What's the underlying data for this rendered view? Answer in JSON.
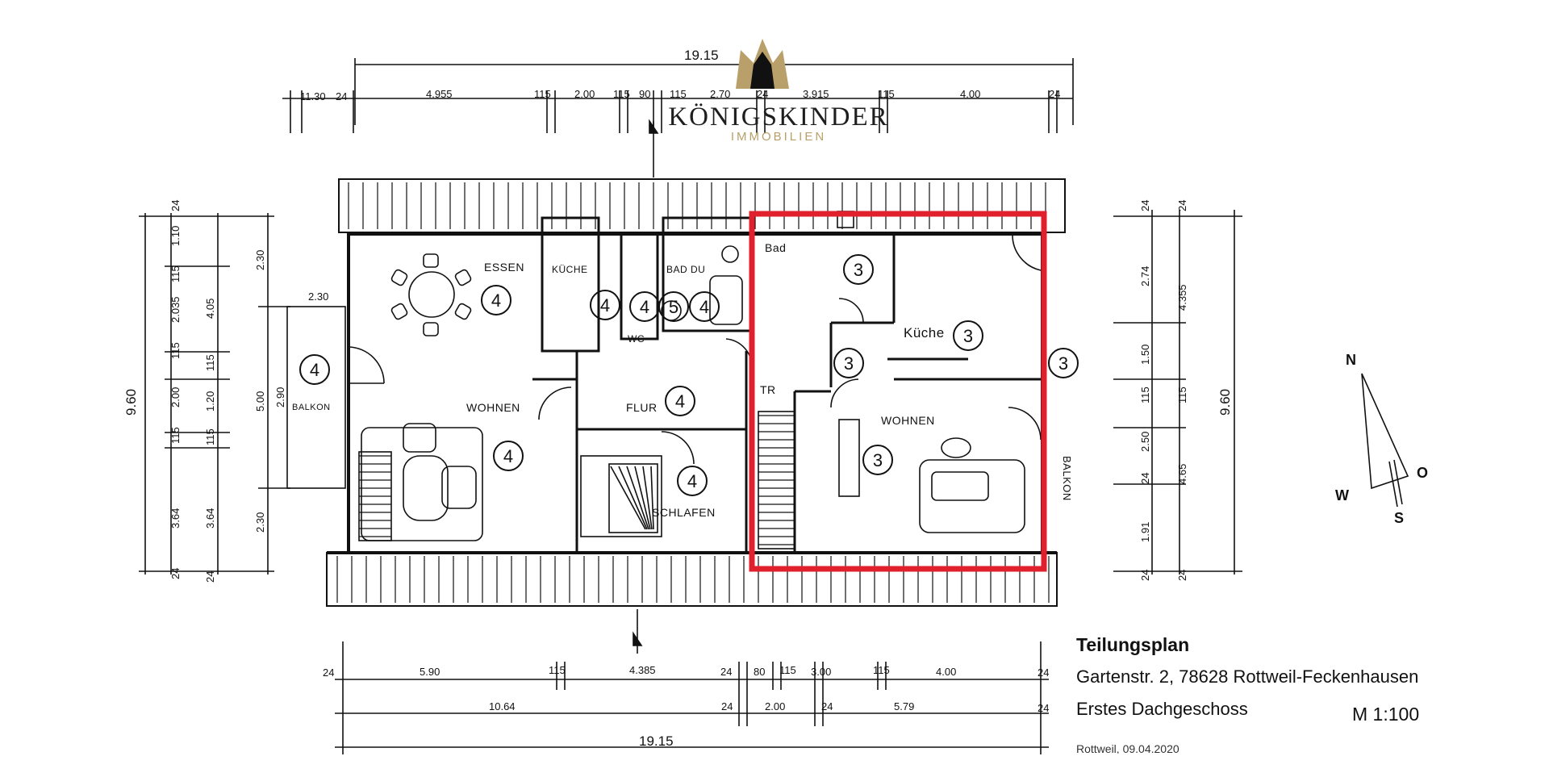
{
  "logo": {
    "name": "KÖNIGSKINDER",
    "sub": "IMMOBILIEN",
    "gold": "#b9a06a"
  },
  "title_block": {
    "title": "Teilungsplan",
    "address": "Gartenstr. 2, 78628 Rottweil-Feckenhausen",
    "floor": "Erstes Dachgeschoss",
    "scale": "M 1:100",
    "date_cut": "Rottweil, 09.04.2020"
  },
  "highlight": {
    "color": "#e0202c"
  },
  "rooms": {
    "essen": "ESSEN",
    "kueche_left": "KÜCHE",
    "bad_du": "BAD DU",
    "wc": "WC",
    "wohnen_left": "WOHNEN",
    "flur": "FLUR",
    "schlafen": "SCHLAFEN",
    "balkon": "BALKON",
    "bad_right": "Bad",
    "kueche_right": "Küche",
    "wohnen_right": "WOHNEN",
    "balkon_right": "BALKON",
    "tr": "TR"
  },
  "units": {
    "u4_essen": "4",
    "u4_kueche": "4",
    "u4_wc": "4",
    "u4_bad": "5",
    "u4_bad2": "4",
    "u4_balkon": "4",
    "u4_wohnen": "4",
    "u4_flur": "4",
    "u4_schlafen": "4",
    "u3_bad": "3",
    "u3_kueche": "3",
    "u3_flur": "3",
    "u3_wohnen": "3",
    "u3_balkon": "3"
  },
  "dims_top": {
    "total": "19.15",
    "a": "11.30",
    "b": "24",
    "c": "4.955",
    "d": "115",
    "e": "2.00",
    "f": "115",
    "g": "90",
    "h": "115",
    "i": "2.70",
    "j": "24",
    "k": "3.915",
    "l": "115",
    "m": "4.00",
    "n": "24"
  },
  "dims_bottom": {
    "total": "19.15",
    "a": "24",
    "b": "5.90",
    "c": "115",
    "d": "4.385",
    "e": "24",
    "f": "80",
    "g": "115",
    "h": "3.00",
    "i": "115",
    "j": "4.00",
    "k": "24",
    "l": "10.64",
    "m": "24",
    "n": "2.00",
    "o": "24",
    "p": "5.79",
    "q": "24"
  },
  "dims_left": {
    "total": "9.60",
    "a": "1.10",
    "b": "115",
    "c": "2.035",
    "d": "115",
    "e": "2.00",
    "f": "115",
    "g": "3.64",
    "h": "24",
    "i": "24",
    "j": "4.05",
    "k": "115",
    "l": "1.20",
    "m": "115",
    "n": "3.64",
    "o": "24",
    "p": "2.30",
    "q": "5.00",
    "r": "2.30",
    "s": "2.30",
    "t": "2.90"
  },
  "dims_right": {
    "total": "9.60",
    "a": "24",
    "b": "2.74",
    "c": "1.50",
    "d": "115",
    "e": "2.50",
    "f": "24",
    "g": "1.91",
    "h": "24",
    "i": "24",
    "j": "4.355",
    "k": "115",
    "l": "4.65",
    "m": "24"
  },
  "compass": {
    "n": "N",
    "o": "O",
    "s": "S",
    "w": "W"
  }
}
